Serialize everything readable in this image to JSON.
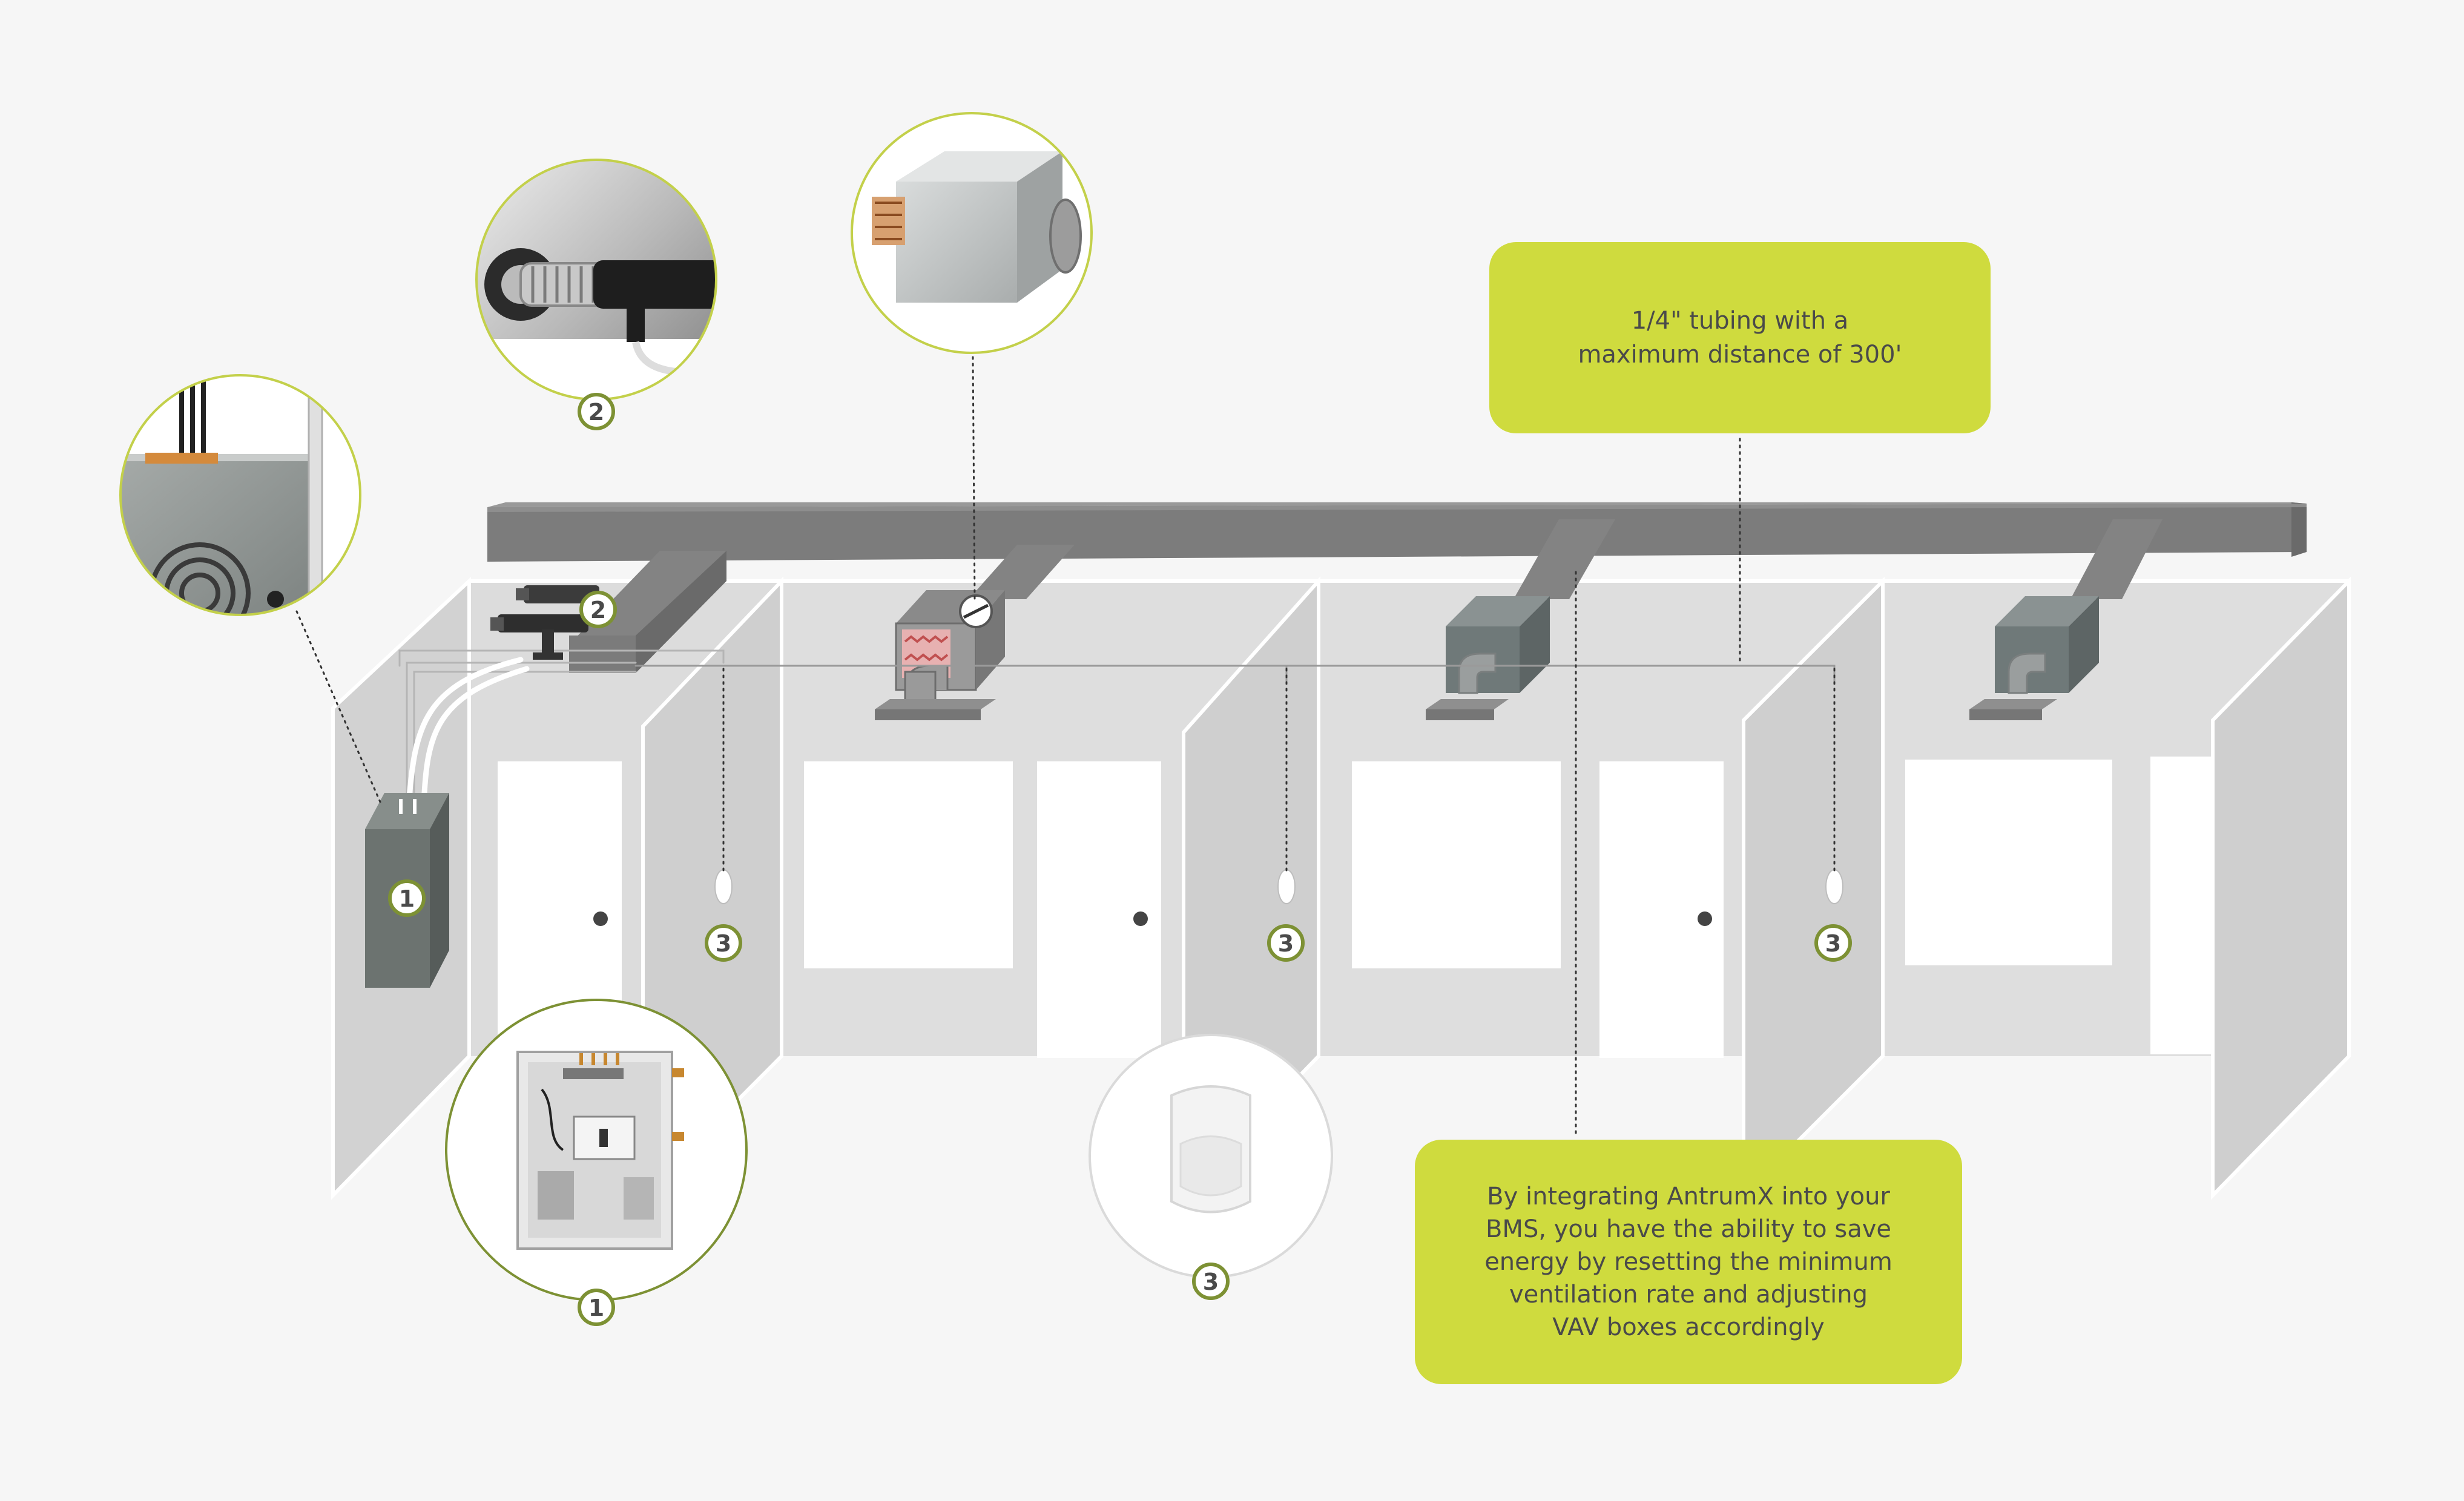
{
  "colors": {
    "background": "#f6f6f6",
    "accent_green": "#cfdb3e",
    "badge_ring": "#7d9134",
    "duct": "#7a7a7a",
    "wall": "#d8d8d8"
  },
  "badges": {
    "one": "1",
    "two": "2",
    "three": "3"
  },
  "callouts": {
    "tubing": {
      "lines": [
        "1/4\" tubing with a",
        "maximum distance of 300'"
      ]
    },
    "bms": {
      "lines": [
        "By integrating AntrumX into your",
        "BMS, you have the ability to save",
        "energy by resetting the minimum",
        "ventilation rate and adjusting",
        "VAV boxes accordingly"
      ]
    }
  },
  "icons": [
    "sensor-probe-icon",
    "vav-box-icon",
    "control-panel-icon",
    "motion-sensor-icon",
    "enclosure-detail-icon"
  ]
}
